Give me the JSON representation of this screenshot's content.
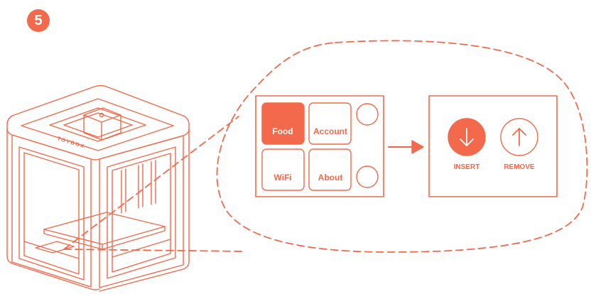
{
  "step": {
    "number": "5"
  },
  "printer": {
    "brand": "TOYBOX"
  },
  "menu_panel": {
    "buttons": [
      {
        "label": "Food",
        "selected": true
      },
      {
        "label": "Account",
        "selected": false
      },
      {
        "label": "WiFi",
        "selected": false
      },
      {
        "label": "About",
        "selected": false
      }
    ]
  },
  "filament_panel": {
    "insert_label": "INSERT",
    "remove_label": "REMOVE",
    "insert_icon": "arrow-down-icon",
    "remove_icon": "arrow-up-icon"
  },
  "colors": {
    "accent": "#f26a4b",
    "line": "#f26a4b",
    "background": "#ffffff"
  }
}
